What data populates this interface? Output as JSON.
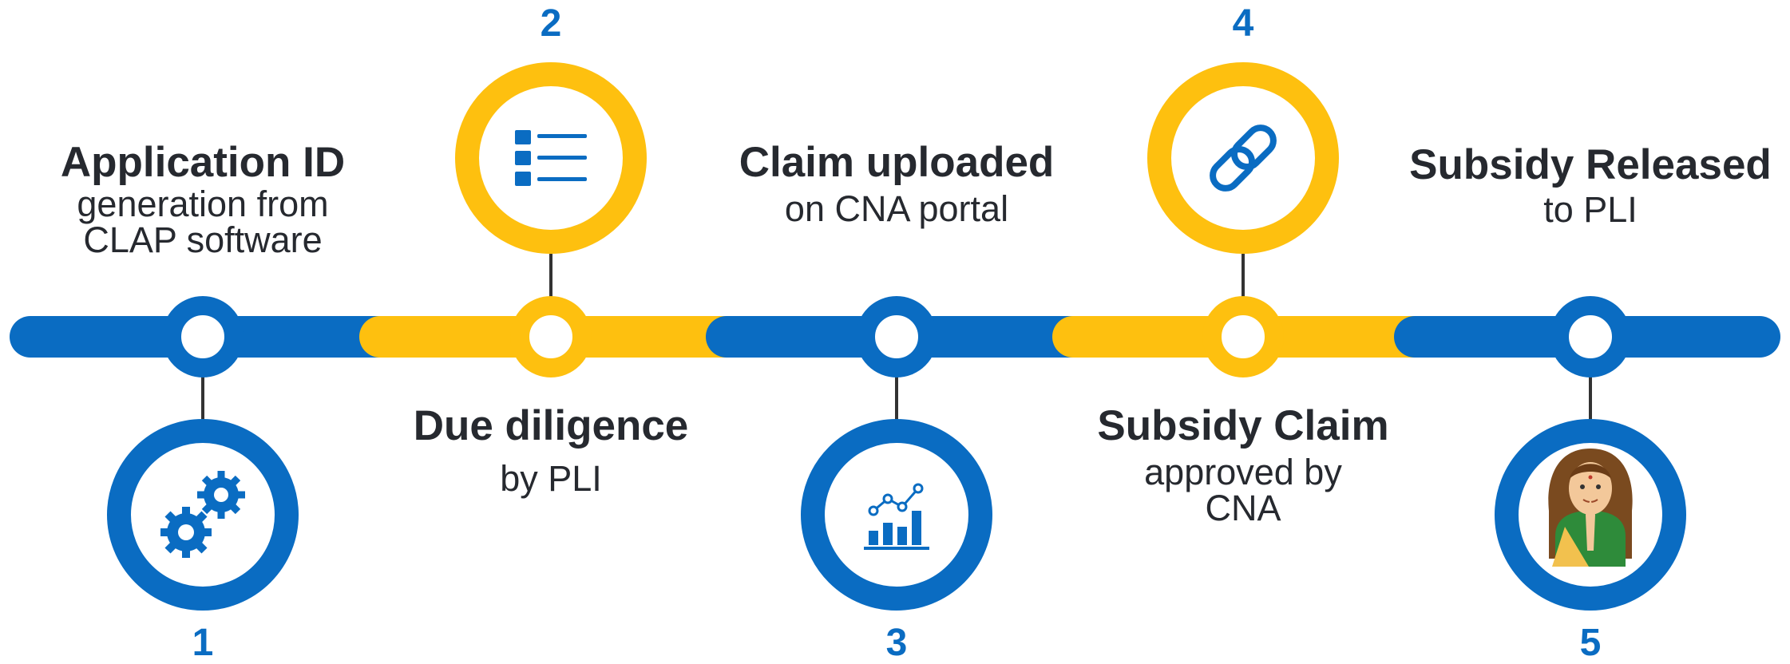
{
  "colors": {
    "blue": "#0a6cc2",
    "yellow": "#fec00f",
    "text": "#26292f",
    "connector": "#333333"
  },
  "steps": [
    {
      "number": "1",
      "title": "Application ID",
      "subtitle": [
        "generation from",
        "CLAP software"
      ],
      "icon": "gears-icon",
      "color": "blue"
    },
    {
      "number": "2",
      "title": "Due diligence",
      "subtitle": [
        "by PLI"
      ],
      "icon": "list-icon",
      "color": "yellow"
    },
    {
      "number": "3",
      "title": "Claim uploaded",
      "subtitle": [
        "on CNA portal"
      ],
      "icon": "bar-chart-icon",
      "color": "blue"
    },
    {
      "number": "4",
      "title": "Subsidy Claim",
      "subtitle": [
        "approved by",
        "CNA"
      ],
      "icon": "link-icon",
      "color": "yellow"
    },
    {
      "number": "5",
      "title": "Subsidy Released",
      "subtitle": [
        "to PLI"
      ],
      "icon": "namaste-woman-icon",
      "color": "blue"
    }
  ]
}
